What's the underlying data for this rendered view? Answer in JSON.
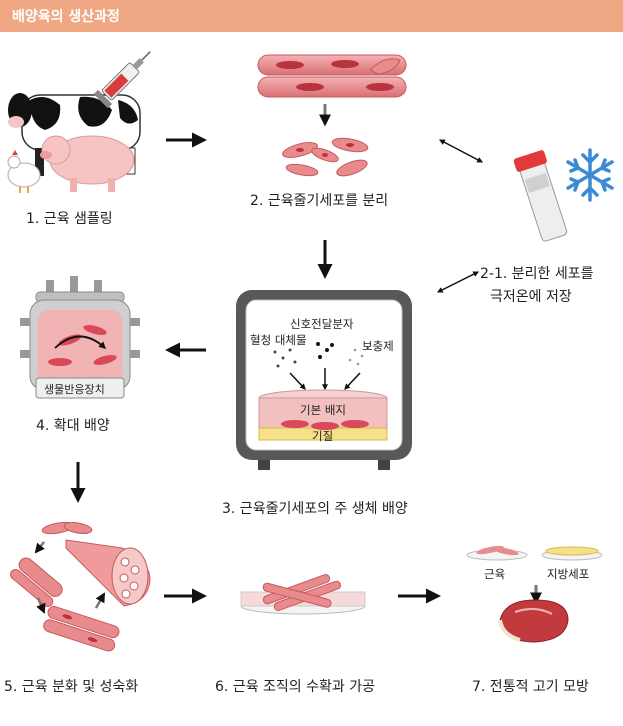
{
  "header": {
    "title": "배양육의 생산과정"
  },
  "steps": {
    "s1": "1. 근육 샘플링",
    "s2": "2. 근육줄기세포를 분리",
    "s21_line1": "2-1. 분리한 세포를",
    "s21_line2": "극저온에 저장",
    "s3": "3. 근육줄기세포의 주 생체 배양",
    "s4": "4. 확대 배양",
    "s5": "5. 근육 분화 및 성숙화",
    "s6": "6. 근육 조직의 수확과 가공",
    "s7": "7. 전통적 고기 모방"
  },
  "incubator": {
    "signal": "신호전달분자",
    "serum": "혈청 대체물",
    "supplement": "보충제",
    "medium": "기본 배지",
    "matrix": "기질"
  },
  "bioreactor": {
    "label": "생물반응장치"
  },
  "final": {
    "muscle": "근육",
    "fat": "지방세포"
  },
  "colors": {
    "header": "#f0a884",
    "muscle": "#e98a8c",
    "cell": "#d9495a"
  }
}
